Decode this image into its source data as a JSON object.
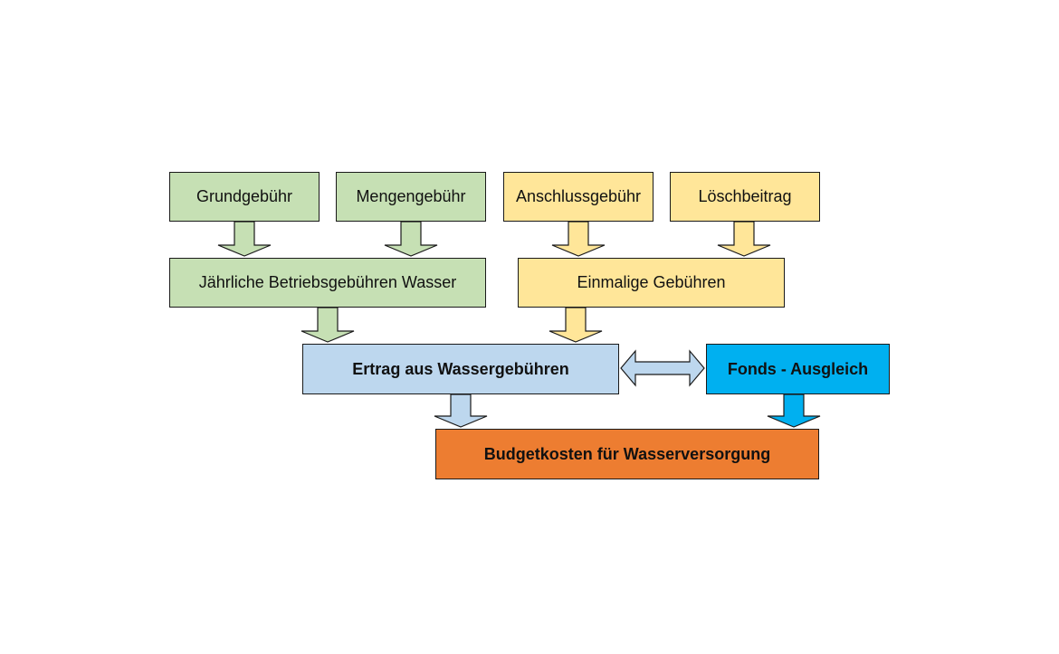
{
  "boxes": {
    "grundgebuehr": "Grundgebühr",
    "mengengebuehr": "Mengengebühr",
    "anschlussgebuehr": "Anschlussgebühr",
    "loeschbeitrag": "Löschbeitrag",
    "jaehrliche": "Jährliche Betriebsgebühren Wasser",
    "einmalige": "Einmalige Gebühren",
    "ertrag": "Ertrag aus Wassergebühren",
    "fonds": "Fonds - Ausgleich",
    "budget": "Budgetkosten für Wasserversorgung"
  },
  "colors": {
    "green": "#c6e0b4",
    "yellow": "#ffe699",
    "light_blue": "#bdd7ee",
    "cyan": "#00b0f0",
    "orange": "#ed7d31",
    "border": "#1a1a1a"
  },
  "connections": [
    {
      "from": "grundgebuehr",
      "to": "jaehrliche",
      "color": "green"
    },
    {
      "from": "mengengebuehr",
      "to": "jaehrliche",
      "color": "green"
    },
    {
      "from": "anschlussgebuehr",
      "to": "einmalige",
      "color": "yellow"
    },
    {
      "from": "loeschbeitrag",
      "to": "einmalige",
      "color": "yellow"
    },
    {
      "from": "jaehrliche",
      "to": "ertrag",
      "color": "green"
    },
    {
      "from": "einmalige",
      "to": "ertrag",
      "color": "yellow"
    },
    {
      "from": "ertrag",
      "to": "budget",
      "color": "light_blue"
    },
    {
      "from": "fonds",
      "to": "budget",
      "color": "cyan"
    },
    {
      "from": "ertrag",
      "to": "fonds",
      "color": "light_blue",
      "bidirectional": true
    }
  ]
}
